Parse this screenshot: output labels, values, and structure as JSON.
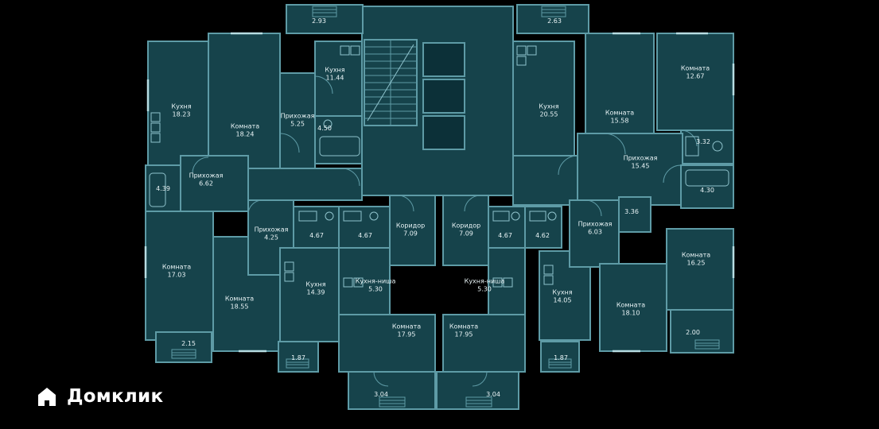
{
  "colors": {
    "background": "#000000",
    "plan_fill": "#16434b",
    "plan_stroke": "#5e9ba6",
    "label_text": "#e8f3f5",
    "logo_text": "#ffffff"
  },
  "logo": {
    "text": "Домклик"
  },
  "rooms": [
    {
      "name": "Кухня",
      "area": "18.23"
    },
    {
      "name": "Комната",
      "area": "18.24"
    },
    {
      "name": "Прихожая",
      "area": "5.25"
    },
    {
      "name": "Кухня",
      "area": "11.44"
    },
    {
      "name": "",
      "area": "2.93"
    },
    {
      "name": "",
      "area": "4.50"
    },
    {
      "name": "",
      "area": "2.63"
    },
    {
      "name": "Кухня",
      "area": "20.55"
    },
    {
      "name": "Комната",
      "area": "15.58"
    },
    {
      "name": "Комната",
      "area": "12.67"
    },
    {
      "name": "",
      "area": "3.32"
    },
    {
      "name": "Прихожая",
      "area": "15.45"
    },
    {
      "name": "",
      "area": "4.30"
    },
    {
      "name": "",
      "area": "4.39"
    },
    {
      "name": "Прихожая",
      "area": "6.62"
    },
    {
      "name": "Комната",
      "area": "17.03"
    },
    {
      "name": "Комната",
      "area": "18.55"
    },
    {
      "name": "",
      "area": "2.15"
    },
    {
      "name": "Прихожая",
      "area": "4.25"
    },
    {
      "name": "",
      "area": "4.67"
    },
    {
      "name": "",
      "area": "4.67"
    },
    {
      "name": "Кухня",
      "area": "14.39"
    },
    {
      "name": "Коридор",
      "area": "7.09"
    },
    {
      "name": "Коридор",
      "area": "7.09"
    },
    {
      "name": "",
      "area": "4.67"
    },
    {
      "name": "",
      "area": "4.62"
    },
    {
      "name": "Кухня-ниша",
      "area": "5.30"
    },
    {
      "name": "Кухня-ниша",
      "area": "5.30"
    },
    {
      "name": "Комната",
      "area": "17.95"
    },
    {
      "name": "Комната",
      "area": "17.95"
    },
    {
      "name": "Кухня",
      "area": "14.05"
    },
    {
      "name": "Прихожая",
      "area": "6.03"
    },
    {
      "name": "",
      "area": "3.36"
    },
    {
      "name": "Комната",
      "area": "18.10"
    },
    {
      "name": "Комната",
      "area": "16.25"
    },
    {
      "name": "",
      "area": "2.00"
    },
    {
      "name": "",
      "area": "1.87"
    },
    {
      "name": "",
      "area": "1.87"
    },
    {
      "name": "",
      "area": "3.04"
    },
    {
      "name": "",
      "area": "3.04"
    }
  ]
}
